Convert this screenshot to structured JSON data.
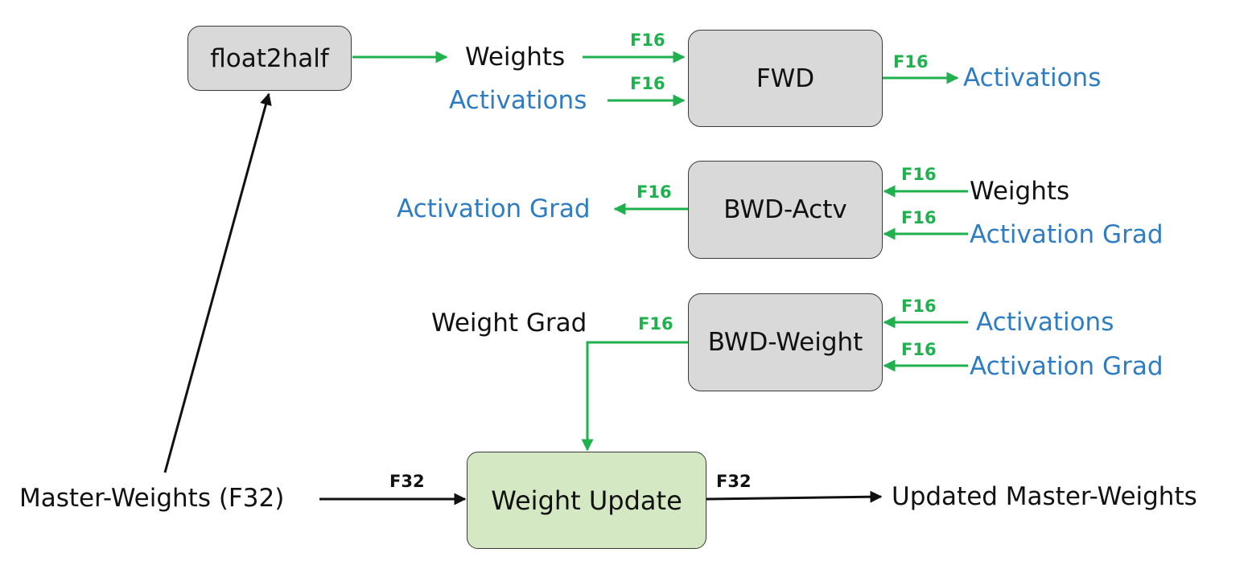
{
  "boxes": {
    "float2half": "float2half",
    "fwd": "FWD",
    "bwd_actv": "BWD-Actv",
    "bwd_weight": "BWD-Weight",
    "weight_update": "Weight Update"
  },
  "labels": {
    "fwd_in_weights": "Weights",
    "fwd_in_activations": "Activations",
    "fwd_out_activations": "Activations",
    "bwd_actv_out": "Activation Grad",
    "bwd_actv_in_weights": "Weights",
    "bwd_actv_in_grad": "Activation Grad",
    "bwd_weight_out": "Weight Grad",
    "bwd_weight_in_activations": "Activations",
    "bwd_weight_in_grad": "Activation Grad",
    "master_weights": "Master-Weights (F32)",
    "updated_master": "Updated Master-Weights"
  },
  "precision_tags": {
    "fwd_in_weights": "F16",
    "fwd_in_activations": "F16",
    "fwd_out": "F16",
    "bwd_actv_out": "F16",
    "bwd_actv_in_weights": "F16",
    "bwd_actv_in_grad": "F16",
    "bwd_weight_out": "F16",
    "bwd_weight_in_activations": "F16",
    "bwd_weight_in_grad": "F16",
    "update_in": "F32",
    "update_out": "F32"
  },
  "colors": {
    "f16_flow": "#1fb14e",
    "f32_flow": "#111111",
    "activation_text": "#2e7dc3",
    "box_fill": "#d9d9d9",
    "update_fill": "#d4e8c4"
  }
}
